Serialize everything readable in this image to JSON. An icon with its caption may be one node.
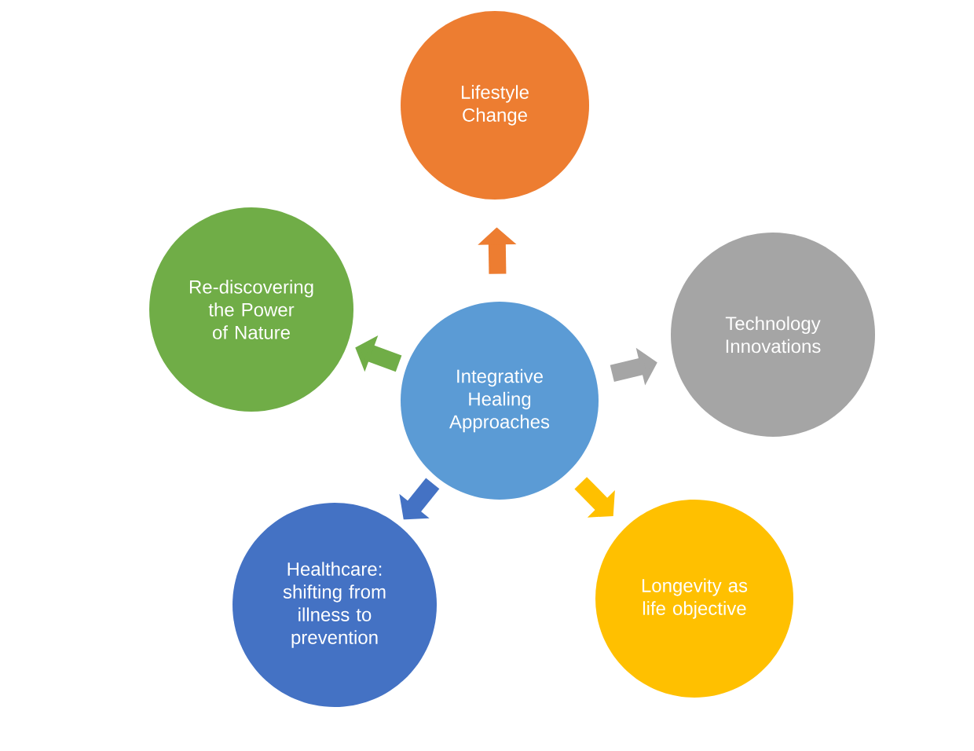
{
  "diagram": {
    "nodes": [
      {
        "text": [
          "Integrative Healing Approaches"
        ]
      },
      {
        "text": [
          "Lifestyle Change"
        ]
      },
      {
        "text": [
          "Re-discovering the Power of Nature"
        ]
      },
      {
        "text": [
          "Technology Innovations"
        ]
      },
      {
        "text": [
          "Healthcare: shifting from illness to prevention"
        ]
      },
      {
        "text": [
          "Longevity as life objective"
        ]
      }
    ],
    "edges": [
      {
        "from": 0,
        "to": 1,
        "arrow": "to",
        "color": "#ed7d31"
      },
      {
        "from": 0,
        "to": 2,
        "arrow": "to",
        "color": "#70ad47"
      },
      {
        "from": 0,
        "to": 3,
        "arrow": "to",
        "color": "#a5a5a5"
      },
      {
        "from": 0,
        "to": 4,
        "arrow": "to",
        "color": "#4472c4"
      },
      {
        "from": 0,
        "to": 5,
        "arrow": "to",
        "color": "#ffc000"
      }
    ]
  }
}
